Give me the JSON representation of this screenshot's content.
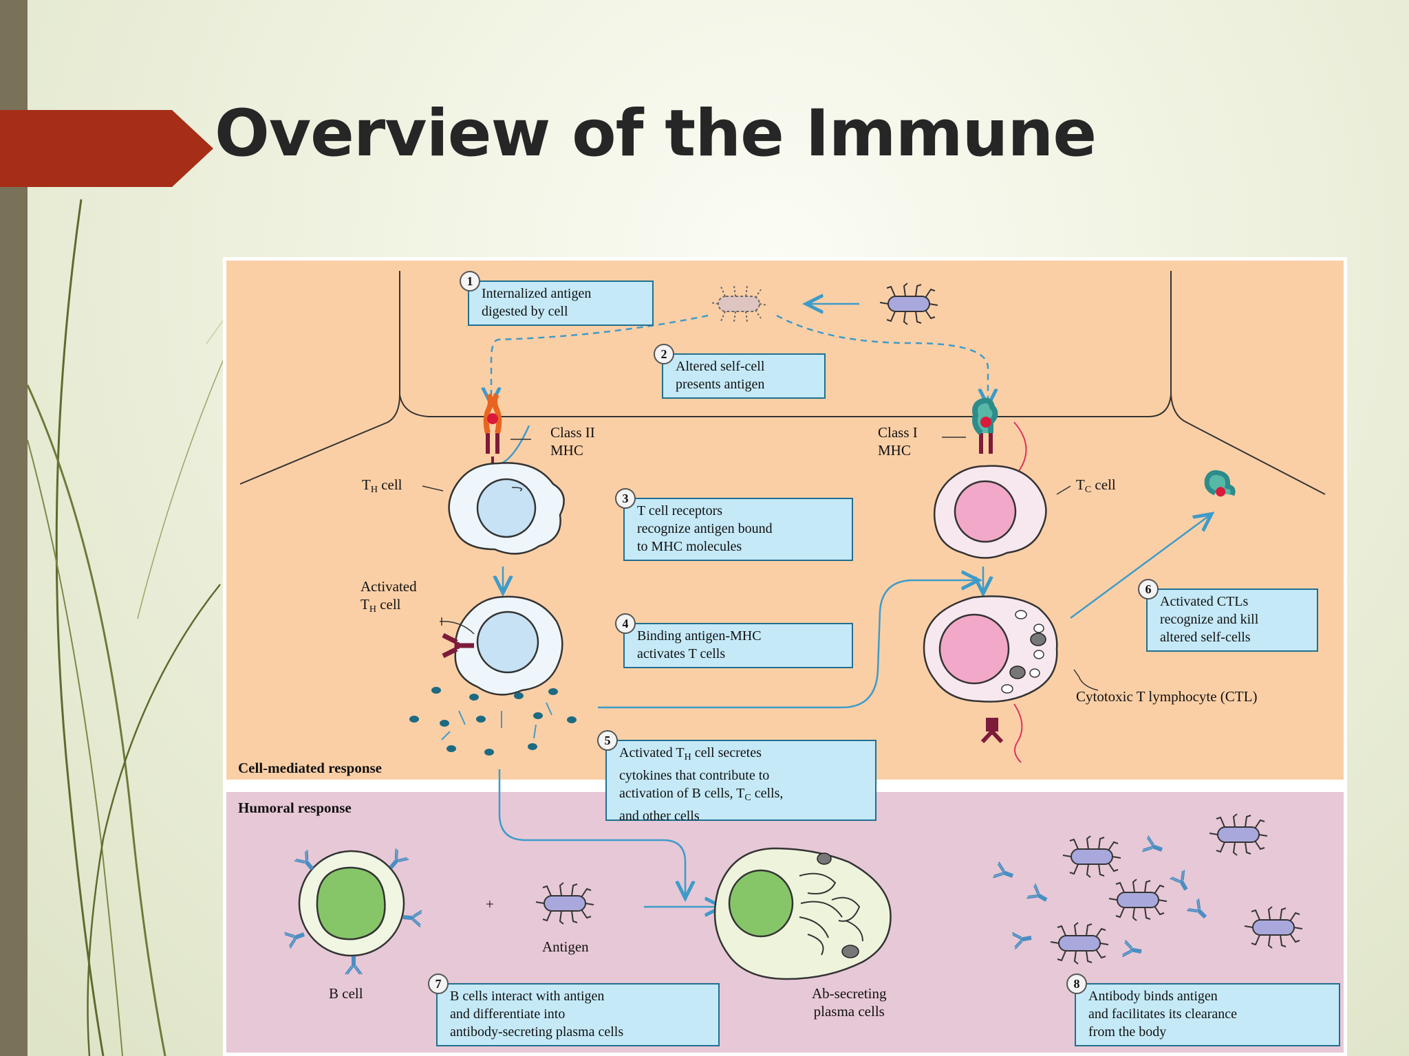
{
  "slide": {
    "title": "Overview of the Immune"
  },
  "colors": {
    "accent": "#a62e16",
    "left_bar": "#7a7258",
    "cell_mediated_bg": "#fbcfa6",
    "humoral_bg": "#e7c8d6",
    "callout_bg": "#c5e9f7",
    "callout_border": "#1f6f8f"
  },
  "figure": {
    "steps": [
      {
        "num": "1",
        "lines": [
          "Internalized antigen",
          "digested by cell"
        ]
      },
      {
        "num": "2",
        "lines": [
          "Altered self-cell",
          "presents antigen"
        ]
      },
      {
        "num": "3",
        "lines": [
          "T cell receptors",
          "recognize antigen bound",
          "to MHC molecules"
        ]
      },
      {
        "num": "4",
        "lines": [
          "Binding antigen-MHC",
          "activates T cells"
        ]
      },
      {
        "num": "5",
        "lines": [
          "Activated T",
          "cytokines that contribute to",
          "activation of B cells, T",
          "and other cells"
        ],
        "line1_sub": "H",
        "line1_tail": " cell secretes",
        "line3_sub": "C",
        "line3_tail": " cells,"
      },
      {
        "num": "6",
        "lines": [
          "Activated CTLs",
          "recognize and kill",
          "altered self-cells"
        ]
      },
      {
        "num": "7",
        "lines": [
          "B cells interact with antigen",
          "and differentiate into",
          "antibody-secreting plasma cells"
        ]
      },
      {
        "num": "8",
        "lines": [
          "Antibody binds antigen",
          "and facilitates its clearance",
          "from the body"
        ]
      }
    ],
    "labels": {
      "class2_mhc": [
        "Class II",
        "MHC"
      ],
      "class1_mhc": [
        "Class I",
        "MHC"
      ],
      "th_cell": {
        "main": "T",
        "sub": "H",
        "tail": " cell"
      },
      "tc_cell": {
        "main": "T",
        "sub": "C",
        "tail": " cell"
      },
      "activated_th": {
        "line1": "Activated",
        "main": "T",
        "sub": "H",
        "tail": " cell"
      },
      "ctl": "Cytotoxic T lymphocyte (CTL)",
      "cell_mediated": "Cell-mediated response",
      "humoral": "Humoral response",
      "b_cell": "B cell",
      "plus": "+",
      "antigen": "Antigen",
      "plasma": [
        "Ab-secreting",
        "plasma cells"
      ]
    }
  }
}
